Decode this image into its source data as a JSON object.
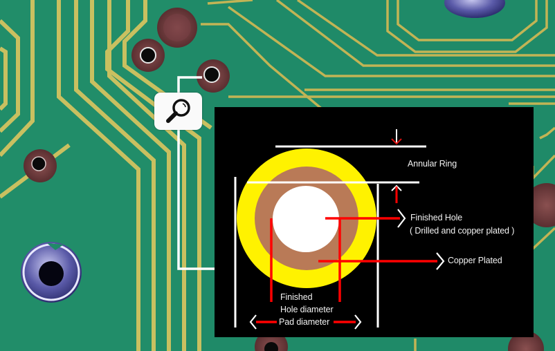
{
  "background": {
    "description": "Close-up photo of green PCB with gold traces and copper/silver vias",
    "colors": {
      "solder_mask": "#1e8a68",
      "solder_mask_dark": "#167458",
      "trace_gold": "#c9c060",
      "via_copper": "#6b3a3a",
      "via_silver": "#5a5aa8"
    }
  },
  "magnifier": {
    "icon": "magnifier-icon",
    "box_color": "#fafafa",
    "connector_color": "#ffffff"
  },
  "panel": {
    "background": "#000000",
    "pad": {
      "outer_color": "#fff200",
      "copper_color": "#b97a57",
      "hole_color": "#ffffff"
    },
    "line_colors": {
      "dimension": "#ffffff",
      "pointer": "#ff0000"
    },
    "labels": {
      "annular_ring": "Annular Ring",
      "finished_hole": "Finished Hole",
      "finished_hole_note": "( Drilled and copper plated )",
      "copper_plated": "Copper Plated",
      "finished_line1": "Finished",
      "finished_line2": "Hole diameter",
      "pad_diameter": "Pad diameter"
    }
  }
}
